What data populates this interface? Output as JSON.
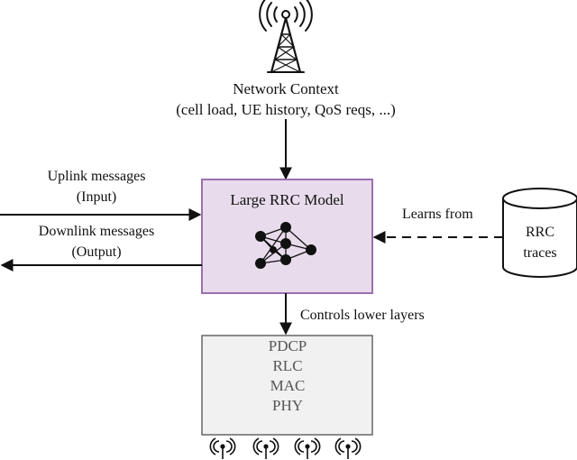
{
  "network_context": {
    "title": "Network Context",
    "detail": "(cell load, UE history, QoS reqs, ...)"
  },
  "uplink": {
    "line1": "Uplink messages",
    "line2": "(Input)"
  },
  "downlink": {
    "line1": "Downlink messages",
    "line2": "(Output)"
  },
  "model": {
    "label": "Large RRC Model",
    "fill": "#e8dcec",
    "border": "#9a6fb0"
  },
  "learns_from": "Learns from",
  "traces": {
    "line1": "RRC",
    "line2": "traces"
  },
  "controls": "Controls lower layers",
  "stack": {
    "layers": [
      "PDCP",
      "RLC",
      "MAC",
      "PHY"
    ],
    "fill": "#f1f1f1",
    "border": "#666666"
  },
  "icons": {
    "tower": "cell-tower-icon",
    "network": "neural-network-icon",
    "antenna": "antenna-icon"
  }
}
